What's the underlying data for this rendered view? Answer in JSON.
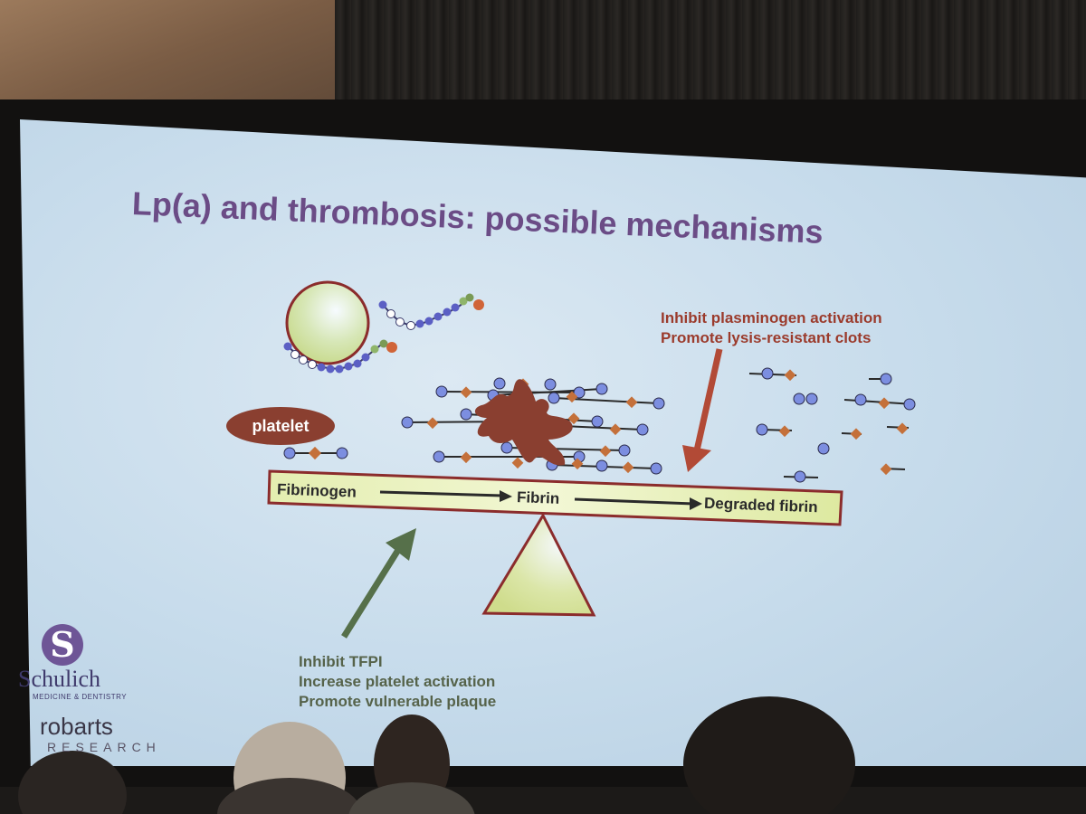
{
  "slide": {
    "title": "Lp(a) and thrombosis: possible mechanisms",
    "platelet_label": "platelet",
    "beam": {
      "left": "Fibrinogen",
      "middle": "Fibrin",
      "right": "Degraded fibrin"
    },
    "note_top": [
      "Inhibit plasminogen activation",
      "Promote lysis-resistant clots"
    ],
    "note_bottom": [
      "Inhibit TFPI",
      "Increase platelet activation",
      "Promote vulnerable plaque"
    ],
    "colors": {
      "title": "#6b4c86",
      "beam_fill": "#dfe9a8",
      "beam_stroke": "#8b2c2c",
      "arrow_red": "#b24a36",
      "arrow_green": "#56704a",
      "molecule_blue": "#6f7fd6",
      "molecule_orange": "#c4703a",
      "platelet": "#8a3f30"
    }
  },
  "logos": {
    "schulich_mark": "S",
    "schulich": "Schulich",
    "schulich_sub": "MEDICINE & DENTISTRY",
    "robarts": "robarts",
    "robarts_sub": "RESEARCH"
  }
}
